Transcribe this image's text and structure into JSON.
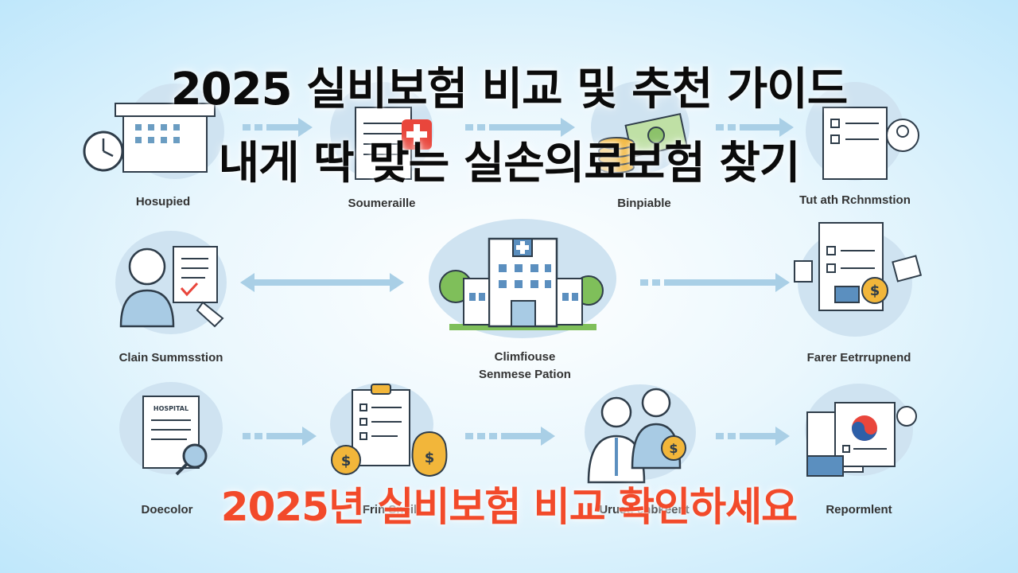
{
  "title": {
    "line1": "2025 실비보험 비교 및 추천 가이드",
    "line2": "내게 딱 맞는 실손의료보험 찾기"
  },
  "subtitle": "2025년 실비보험 비교 확인하세요",
  "labels": {
    "r1c1": "Hosupied",
    "r1c2": "Soumeraille",
    "r1c3": "Binpiable",
    "r1c4": "Tut ath Rchnmstion",
    "r2c1": "Clain Summsstion",
    "r2c2a": "Climfiouse",
    "r2c2b": "Senmese Pation",
    "r2c4": "Farer Eetrrupnend",
    "r3c1": "Doecolor",
    "r3c2": "Frin Sneil",
    "r3c3": "Urust. chbkeent",
    "r3c4": "Repormlent"
  },
  "illustration_text": {
    "hospital_sign": "HOSPITAL",
    "dollar": "$"
  },
  "icons": [
    "clock-icon",
    "hospital-icon",
    "document-icon",
    "medical-cross-icon",
    "money-icon",
    "coins-icon",
    "checklist-icon",
    "person-icon",
    "handshake-icon",
    "clipboard-icon",
    "money-bag-icon",
    "magnifier-icon",
    "doctor-icon",
    "flag-card-icon"
  ],
  "colors": {
    "title": "#0b0b0b",
    "subtitle": "#f24a2a",
    "circle_bg": "#cfe3f1",
    "arrow": "#a9cfe6",
    "line": "#2f3d4a"
  }
}
